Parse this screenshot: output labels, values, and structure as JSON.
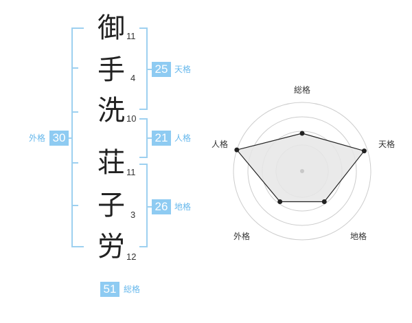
{
  "characters": [
    {
      "char": "御",
      "strokes": "11"
    },
    {
      "char": "手",
      "strokes": "4"
    },
    {
      "char": "洗",
      "strokes": "10"
    },
    {
      "char": "荘",
      "strokes": "11"
    },
    {
      "char": "子",
      "strokes": "3"
    },
    {
      "char": "労",
      "strokes": "12"
    }
  ],
  "scores": {
    "tenkaku": {
      "value": "25",
      "label": "天格"
    },
    "jinkaku": {
      "value": "21",
      "label": "人格"
    },
    "chikaku": {
      "value": "26",
      "label": "地格"
    },
    "gaikaku": {
      "value": "30",
      "label": "外格"
    },
    "soukaku": {
      "value": "51",
      "label": "総格"
    }
  },
  "radar": {
    "labels": {
      "top": "総格",
      "right": "天格",
      "bottom_right": "地格",
      "bottom_left": "外格",
      "left": "人格"
    },
    "levels": {
      "soukaku": 0.55,
      "tenkaku": 0.95,
      "chikaku": 0.55,
      "gaikaku": 0.55,
      "jinkaku": 1.0
    }
  },
  "colors": {
    "bracket": "#9dd0f0",
    "score_box": "#8ecbf2",
    "score_label": "#67b8ec",
    "radar_ring": "#cccccc",
    "radar_fill": "#ececec",
    "radar_line": "#222222"
  }
}
